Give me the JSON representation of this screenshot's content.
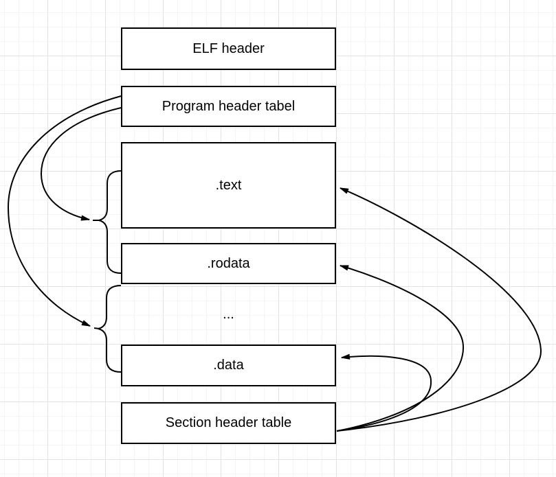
{
  "diagram": {
    "nodes": [
      {
        "id": "elf-header",
        "label": "ELF header"
      },
      {
        "id": "program-header-table",
        "label": "Program header tabel"
      },
      {
        "id": "text-section",
        "label": ".text"
      },
      {
        "id": "rodata-section",
        "label": ".rodata"
      },
      {
        "id": "ellipsis",
        "label": "..."
      },
      {
        "id": "data-section",
        "label": ".data"
      },
      {
        "id": "section-header-table",
        "label": "Section header table"
      }
    ],
    "connections": [
      {
        "from": "program-header-table",
        "to": "brace-group-text-rodata",
        "type": "curved-arrow"
      },
      {
        "from": "program-header-table",
        "to": "brace-group-ellipsis-data",
        "type": "curved-arrow"
      },
      {
        "from": "section-header-table",
        "to": "text-section",
        "type": "curved-arrow"
      },
      {
        "from": "section-header-table",
        "to": "rodata-section",
        "type": "curved-arrow"
      },
      {
        "from": "section-header-table",
        "to": "data-section",
        "type": "curved-arrow"
      }
    ],
    "groupings": [
      {
        "id": "brace-group-text-rodata",
        "covers": [
          ".text",
          ".rodata"
        ]
      },
      {
        "id": "brace-group-ellipsis-data",
        "covers": [
          "...",
          ".data"
        ]
      }
    ],
    "colors": {
      "stroke": "#000000",
      "node_fill": "#ffffff",
      "canvas": "#ffffff",
      "grid_minor": "#f4f4f4",
      "grid_major": "#e3e3e3"
    }
  }
}
